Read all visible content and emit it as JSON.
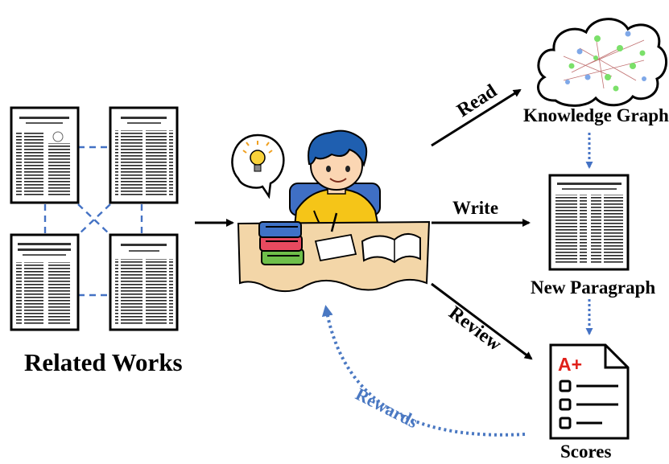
{
  "labels": {
    "related_works": "Related Works",
    "knowledge_graph": "Knowledge Graph",
    "new_paragraph": "New Paragraph",
    "scores": "Scores",
    "read": "Read",
    "write": "Write",
    "review": "Review",
    "rewards": "Rewards",
    "grade": "A+"
  },
  "colors": {
    "arrow": "#000000",
    "dashed_link": "#4472c4",
    "rewards": "#4a78c2",
    "grade": "#e0201a",
    "table": "#f3d6a8",
    "shirt": "#f5c518",
    "hair": "#1f5fb0",
    "kg_node_green": "#7be06a",
    "kg_node_blue": "#7fa8e8"
  },
  "icons": [
    "paper-icon",
    "lightbulb-icon",
    "student-icon",
    "books-icon",
    "cloud-icon",
    "document-icon",
    "score-sheet-icon"
  ]
}
